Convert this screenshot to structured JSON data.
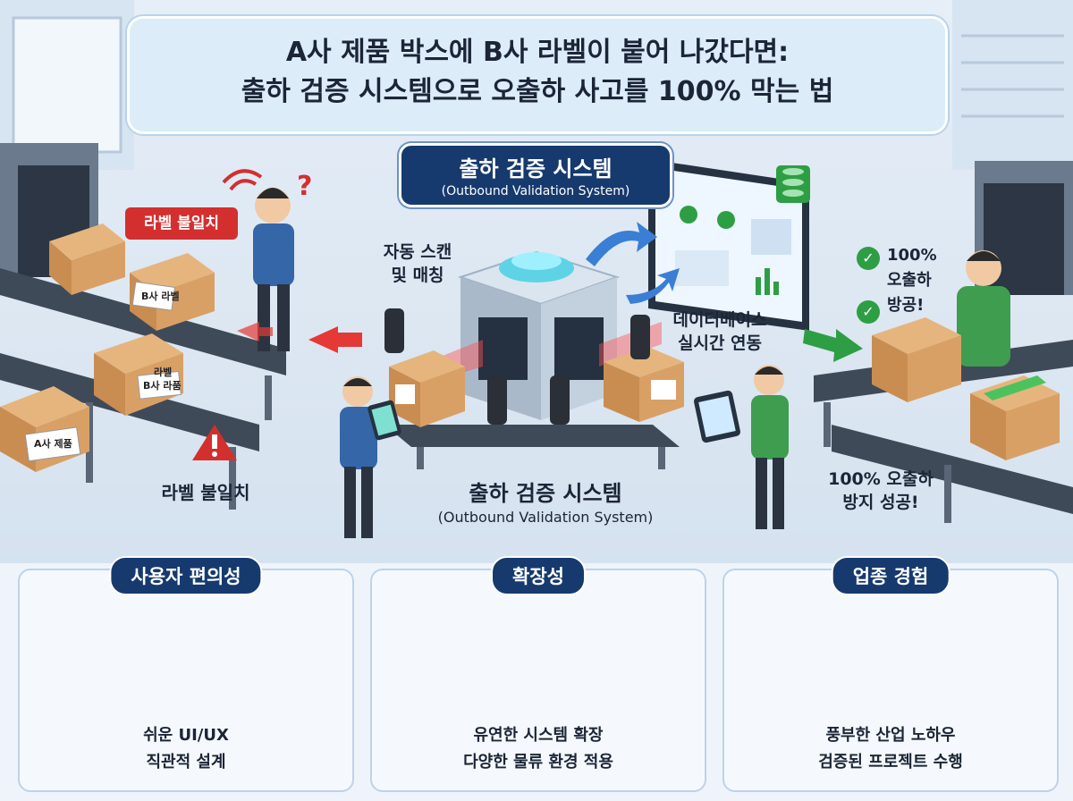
{
  "title": {
    "line1": "A사 제품 박스에 B사 라벨이 붙어 나갔다면:",
    "line2": "출하 검증 시스템으로 오출하 사고를 100% 막는 법"
  },
  "system_box": {
    "title": "출하 검증 시스템",
    "subtitle": "(Outbound Validation System)"
  },
  "labels": {
    "mismatch_tag": "라벨 불일치",
    "mismatch_bottom": "라벨 불일치",
    "auto_scan_1": "자동 스캔",
    "auto_scan_2": "및 매칭",
    "db_1": "데이터베이스",
    "db_2": "실시간 연동",
    "center_title": "출하 검증 시스템",
    "center_sub": "(Outbound Validation System)",
    "success_1": "100% 오출하",
    "success_2": "방지 성공!",
    "box_b_label": "B사 라벨",
    "box_b_product": "B사 라품",
    "box_a_product": "A사 제품",
    "box_small_tag": "라벨"
  },
  "checks": {
    "line1": "100%",
    "line2": "오출하",
    "line3": "방공!"
  },
  "panels": [
    {
      "title": "사용자 편의성",
      "cap1": "쉬운 UI/UX",
      "cap2": "직관적 설계"
    },
    {
      "title": "확장성",
      "cap1": "유연한 시스템 확장",
      "cap2": "다양한 물류 환경 적용"
    },
    {
      "title": "업종 경험",
      "cap1": "풍부한 산업 노하우",
      "cap2": "검증된 프로젝트 수행"
    }
  ],
  "colors": {
    "navy": "#163a6e",
    "alert_red": "#d32f2f",
    "check_green": "#2e9e44",
    "box_brown": "#d9a066"
  }
}
